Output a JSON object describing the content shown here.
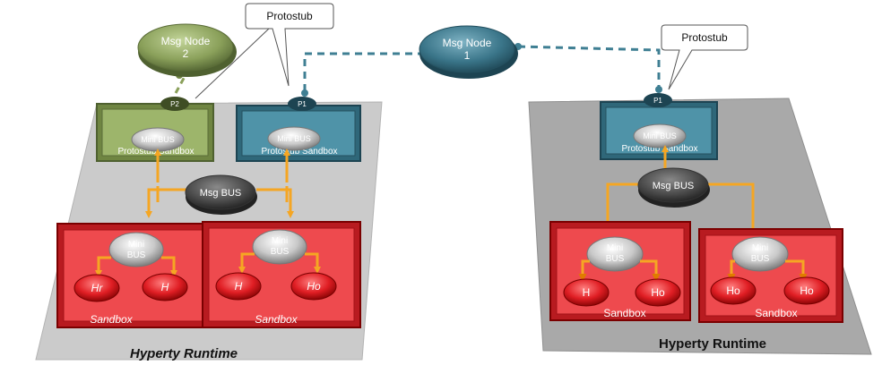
{
  "runtimes": [
    {
      "label": "Hyperty Runtime",
      "protostub_sandboxes": [
        {
          "label": "Protostub Sandbox",
          "stub": "P2",
          "bus": "Mini BUS",
          "color": "#8aa05a"
        },
        {
          "label": "Protostub Sandbox",
          "stub": "P1",
          "bus": "Mini BUS",
          "color": "#3f7f93"
        }
      ],
      "msg_bus": "Msg BUS",
      "sandboxes": [
        {
          "label": "Sandbox",
          "bus": [
            "Mini",
            "BUS"
          ],
          "hyperties": [
            "Hr",
            "H"
          ]
        },
        {
          "label": "Sandbox",
          "bus": [
            "Mini",
            "BUS"
          ],
          "hyperties": [
            "H",
            "Ho"
          ]
        }
      ]
    },
    {
      "label": "Hyperty Runtime",
      "protostub_sandboxes": [
        {
          "label": "Protostub Sandbox",
          "stub": "P1",
          "bus": "Mini BUS",
          "color": "#3f7f93"
        }
      ],
      "msg_bus": "Msg BUS",
      "sandboxes": [
        {
          "label": "Sandbox",
          "bus": [
            "Mini",
            "BUS"
          ],
          "hyperties": [
            "H",
            "Ho"
          ]
        },
        {
          "label": "Sandbox",
          "bus": [
            "Mini",
            "BUS"
          ],
          "hyperties": [
            "Ho",
            "Ho"
          ]
        }
      ]
    }
  ],
  "msg_nodes": [
    {
      "lines": [
        "Msg Node",
        "2"
      ],
      "color": "#8aa05a"
    },
    {
      "lines": [
        "Msg Node",
        "1"
      ],
      "color": "#3f7f93"
    }
  ],
  "callouts": [
    "Protostub",
    "Protostub"
  ],
  "colors": {
    "orange": "#f5a623",
    "red": "#e8393d",
    "green": "#8aa05a",
    "teal": "#3f7f93",
    "gray": "#c8c8c8"
  }
}
